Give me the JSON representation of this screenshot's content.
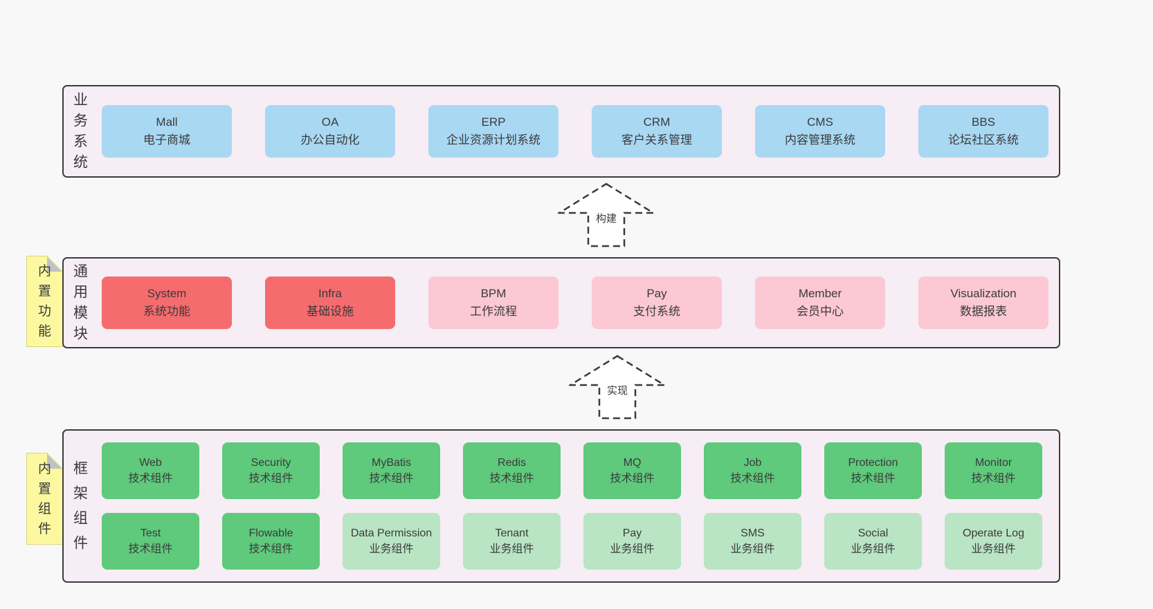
{
  "colors": {
    "page_bg": "#f8f8f8",
    "band_bg": "#f6edf5",
    "band_border": "#3c3c3c",
    "blue": "#a9d8f3",
    "red": "#f56c6f",
    "pink": "#fbc8d3",
    "green": "#5fc97c",
    "lightgreen": "#b9e5c4",
    "yellow": "#fbf8a0",
    "fold_gray": "#c2c2c2",
    "text": "#3a3a3a",
    "arrow_stroke": "#3a3a3a",
    "arrow_fill": "#ffffff"
  },
  "arrows": [
    {
      "label": "构建"
    },
    {
      "label": "实现"
    }
  ],
  "bands": [
    {
      "id": "business",
      "label": "业务系统",
      "boxes": [
        {
          "en": "Mall",
          "zh": "电子商城",
          "variant": "blue"
        },
        {
          "en": "OA",
          "zh": "办公自动化",
          "variant": "blue"
        },
        {
          "en": "ERP",
          "zh": "企业资源计划系统",
          "variant": "blue"
        },
        {
          "en": "CRM",
          "zh": "客户关系管理",
          "variant": "blue"
        },
        {
          "en": "CMS",
          "zh": "内容管理系统",
          "variant": "blue"
        },
        {
          "en": "BBS",
          "zh": "论坛社区系统",
          "variant": "blue"
        }
      ]
    },
    {
      "id": "modules",
      "label": "通用模块",
      "sticky": "内置功能",
      "boxes": [
        {
          "en": "System",
          "zh": "系统功能",
          "variant": "red"
        },
        {
          "en": "Infra",
          "zh": "基础设施",
          "variant": "red"
        },
        {
          "en": "BPM",
          "zh": "工作流程",
          "variant": "pink"
        },
        {
          "en": "Pay",
          "zh": "支付系统",
          "variant": "pink"
        },
        {
          "en": "Member",
          "zh": "会员中心",
          "variant": "pink"
        },
        {
          "en": "Visualization",
          "zh": "数据报表",
          "variant": "pink"
        }
      ]
    },
    {
      "id": "components",
      "label": "框架组件",
      "sticky": "内置组件",
      "boxes": [
        {
          "en": "Web",
          "zh": "技术组件",
          "variant": "green"
        },
        {
          "en": "Security",
          "zh": "技术组件",
          "variant": "green"
        },
        {
          "en": "MyBatis",
          "zh": "技术组件",
          "variant": "green"
        },
        {
          "en": "Redis",
          "zh": "技术组件",
          "variant": "green"
        },
        {
          "en": "MQ",
          "zh": "技术组件",
          "variant": "green"
        },
        {
          "en": "Job",
          "zh": "技术组件",
          "variant": "green"
        },
        {
          "en": "Protection",
          "zh": "技术组件",
          "variant": "green"
        },
        {
          "en": "Monitor",
          "zh": "技术组件",
          "variant": "green"
        },
        {
          "en": "Test",
          "zh": "技术组件",
          "variant": "green"
        },
        {
          "en": "Flowable",
          "zh": "技术组件",
          "variant": "green"
        },
        {
          "en": "Data Permission",
          "zh": "业务组件",
          "variant": "lightgreen"
        },
        {
          "en": "Tenant",
          "zh": "业务组件",
          "variant": "lightgreen"
        },
        {
          "en": "Pay",
          "zh": "业务组件",
          "variant": "lightgreen"
        },
        {
          "en": "SMS",
          "zh": "业务组件",
          "variant": "lightgreen"
        },
        {
          "en": "Social",
          "zh": "业务组件",
          "variant": "lightgreen"
        },
        {
          "en": "Operate Log",
          "zh": "业务组件",
          "variant": "lightgreen"
        }
      ]
    }
  ]
}
